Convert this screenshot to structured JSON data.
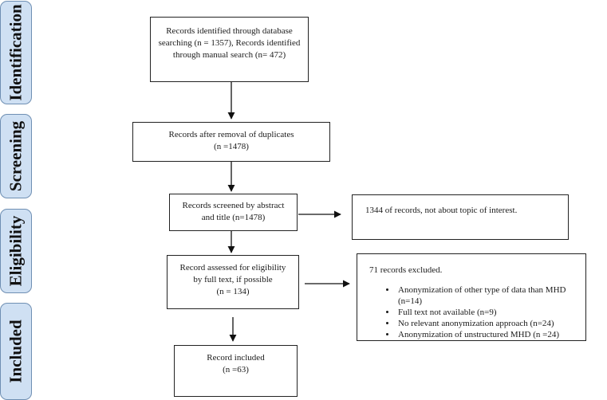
{
  "stages": {
    "identification": "Identification",
    "screening": "Screening",
    "eligibility": "Eligibility",
    "included": "Included"
  },
  "boxes": {
    "identified": {
      "line1": "Records identified through database",
      "line2": "searching (n = 1357), Records identified",
      "line3": "through manual search (n= 472)"
    },
    "deduplicated": {
      "line1": "Records after removal of duplicates",
      "line2": "(n =1478)"
    },
    "screened": {
      "line1": "Records screened by abstract",
      "line2": "and title (n=1478)"
    },
    "screened_excluded": {
      "text": "1344 of records, not about topic of interest."
    },
    "assessed": {
      "line1": "Record assessed for eligibility",
      "line2": "by full text, if possible",
      "line3": "(n = 134)"
    },
    "fulltext_excluded": {
      "title": "71 records excluded.",
      "reasons": [
        "Anonymization of other type of data than MHD (n=14)",
        "Full text not available (n=9)",
        "No relevant anonymization approach (n=24)",
        "Anonymization of unstructured MHD (n =24)"
      ]
    },
    "included": {
      "line1": "Record included",
      "line2": "(n =63)"
    }
  }
}
